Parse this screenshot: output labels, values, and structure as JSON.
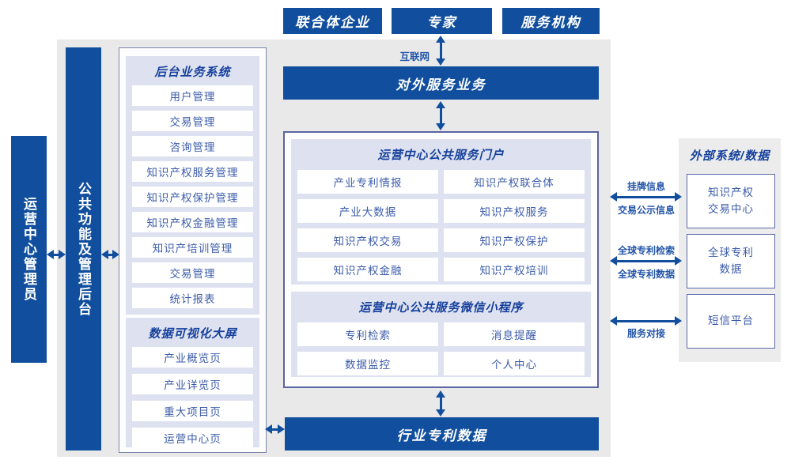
{
  "colors": {
    "primary_blue": "#114f9e",
    "panel_bg": "#dee2f0",
    "item_text": "#3c5caa",
    "header_text": "#16409c",
    "gray_bg": "#e9e9e9"
  },
  "actors": {
    "items": [
      "联合体企业",
      "专家",
      "服务机构"
    ]
  },
  "internet_label": "互联网",
  "bars": {
    "external_service": "对外服务业务",
    "industry_data": "行业专利数据",
    "admin": "运营中心管理员",
    "backend": "公共功能及管理后台"
  },
  "backend_panel": {
    "title": "后台业务系统",
    "items": [
      "用户管理",
      "交易管理",
      "咨询管理",
      "知识产权服务管理",
      "知识产权保护管理",
      "知识产权金融管理",
      "知识产培训管理",
      "交易管理",
      "统计报表"
    ]
  },
  "dataviz_panel": {
    "title": "数据可视化大屏",
    "items": [
      "产业概览页",
      "产业详览页",
      "重大项目页",
      "运营中心页"
    ]
  },
  "portal_panel": {
    "title": "运营中心公共服务门户",
    "items": [
      "产业专利情报",
      "知识产权联合体",
      "产业大数据",
      "知识产权服务",
      "知识产权交易",
      "知识产权保护",
      "知识产权金融",
      "知识产权培训"
    ]
  },
  "miniapp_panel": {
    "title": "运营中心公共服务微信小程序",
    "items": [
      "专利检索",
      "消息提醒",
      "数据监控",
      "个人中心"
    ]
  },
  "external_panel": {
    "title": "外部系统/数据",
    "boxes": [
      "知识产权\n交易中心",
      "全球专利\n数据",
      "短信平台"
    ]
  },
  "link_labels": {
    "listing_info": "挂牌信息",
    "trade_publicity": "交易公示信息",
    "global_patent_search": "全球专利检索",
    "global_patent_data": "全球专利数据",
    "service_connect": "服务对接"
  }
}
